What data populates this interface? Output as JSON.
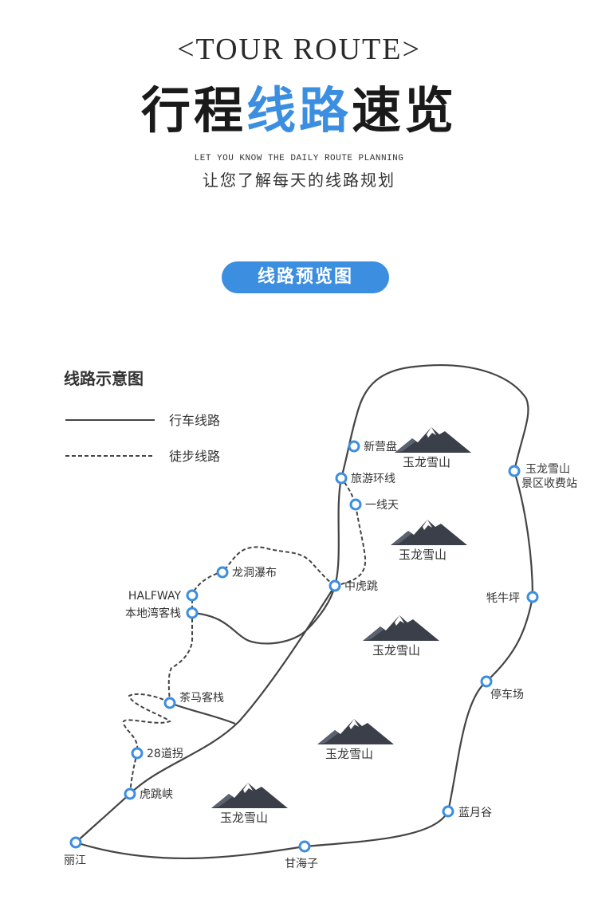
{
  "header": {
    "eyebrow": "<TOUR ROUTE>",
    "title_pre": "行程",
    "title_highlight": "线路",
    "title_post": "速览",
    "subtitle_en": "LET YOU KNOW THE DAILY ROUTE PLANNING",
    "subtitle_cn": "让您了解每天的线路规划"
  },
  "pill_label": "线路预览图",
  "legend": {
    "title": "线路示意图",
    "drive_label": "行车线路",
    "walk_label": "徒步线路"
  },
  "mountain_label": "玉龙雪山",
  "stops": {
    "xinyingpan": "新营盘",
    "lvyouhuanxian": "旅游环线",
    "yixiantian": "一线天",
    "longdongpubu": "龙洞瀑布",
    "halfway": "HALFWAY",
    "bendiwan": "本地湾客栈",
    "zhonghutiao": "中虎跳",
    "chama": "茶马客栈",
    "daoguai": "28道拐",
    "hutiaoxia": "虎跳峡",
    "lijiang": "丽江",
    "ganhaizi": "甘海子",
    "lanyuegu": "蓝月谷",
    "tingchechang": "停车场",
    "maoniuping": "牦牛坪",
    "shoufeizhan_1": "玉龙雪山",
    "shoufeizhan_2": "景区收费站"
  },
  "colors": {
    "accent": "#3c8ee0",
    "route": "#444444",
    "mountain": "#3a3f4a"
  }
}
